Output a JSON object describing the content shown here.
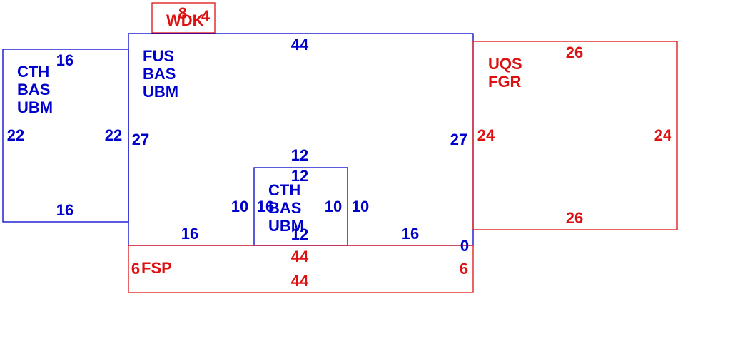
{
  "colors": {
    "blue": "#0000cc",
    "red": "#dd1111",
    "background": "#ffffff"
  },
  "rooms": [
    {
      "id": "wdk",
      "color": "red",
      "name_lines": [
        "WDK"
      ]
    },
    {
      "id": "fus",
      "color": "blue",
      "name_lines": [
        "FUS",
        "BAS",
        "UBM"
      ]
    },
    {
      "id": "cth-left",
      "color": "blue",
      "name_lines": [
        "CTH",
        "BAS",
        "UBM"
      ]
    },
    {
      "id": "uqs",
      "color": "red",
      "name_lines": [
        "UQS",
        "FGR"
      ]
    },
    {
      "id": "cth-inner",
      "color": "blue",
      "name_lines": [
        "CTH",
        "BAS",
        "UBM"
      ]
    },
    {
      "id": "fsp",
      "color": "red",
      "name_lines": [
        "FSP"
      ]
    }
  ],
  "dimensions": [
    {
      "room": "wdk",
      "color": "red",
      "values": [
        "8",
        "4"
      ]
    },
    {
      "room": "fus",
      "color": "blue",
      "values": [
        "44",
        "27",
        "27",
        "16",
        "16",
        "0"
      ]
    },
    {
      "room": "cth-left",
      "color": "blue",
      "values": [
        "16",
        "22",
        "22",
        "16"
      ]
    },
    {
      "room": "uqs",
      "color": "red",
      "values": [
        "26",
        "24",
        "24",
        "26"
      ]
    },
    {
      "room": "cth-inner",
      "color": "blue",
      "values": [
        "12",
        "12",
        "10",
        "16",
        "10",
        "10",
        "12"
      ]
    },
    {
      "room": "fsp",
      "color": "red",
      "values": [
        "44",
        "6",
        "6",
        "44"
      ]
    }
  ]
}
